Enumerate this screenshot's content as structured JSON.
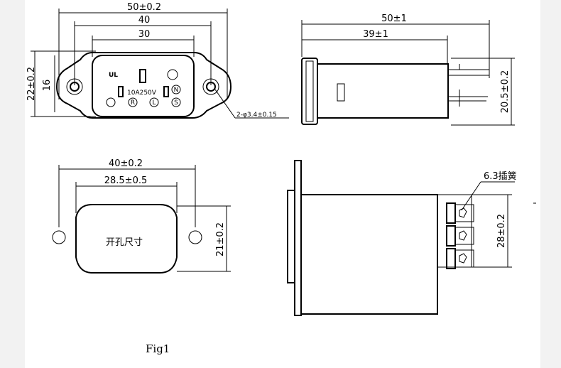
{
  "front_view": {
    "dim_overall": "50±0.2",
    "dim_40": "40",
    "dim_30": "30",
    "dim_height": "22±0.2",
    "dim_16": "16",
    "hole_note": "2-φ3.4±0.15",
    "rating": "10A250V",
    "pin_labels": [
      "N",
      "R",
      "L",
      "S"
    ]
  },
  "side_view": {
    "dim_overall": "50±1",
    "dim_body": "39±1",
    "dim_height": "20.5±0.2"
  },
  "cutout_view": {
    "dim_holes": "40±0.2",
    "dim_width": "28.5±0.5",
    "dim_height": "21±0.2",
    "label": "开孔尺寸"
  },
  "terminal_view": {
    "terminal_note": "6.3插簧",
    "dim_height": "28±0.2"
  },
  "caption": "Fig1"
}
